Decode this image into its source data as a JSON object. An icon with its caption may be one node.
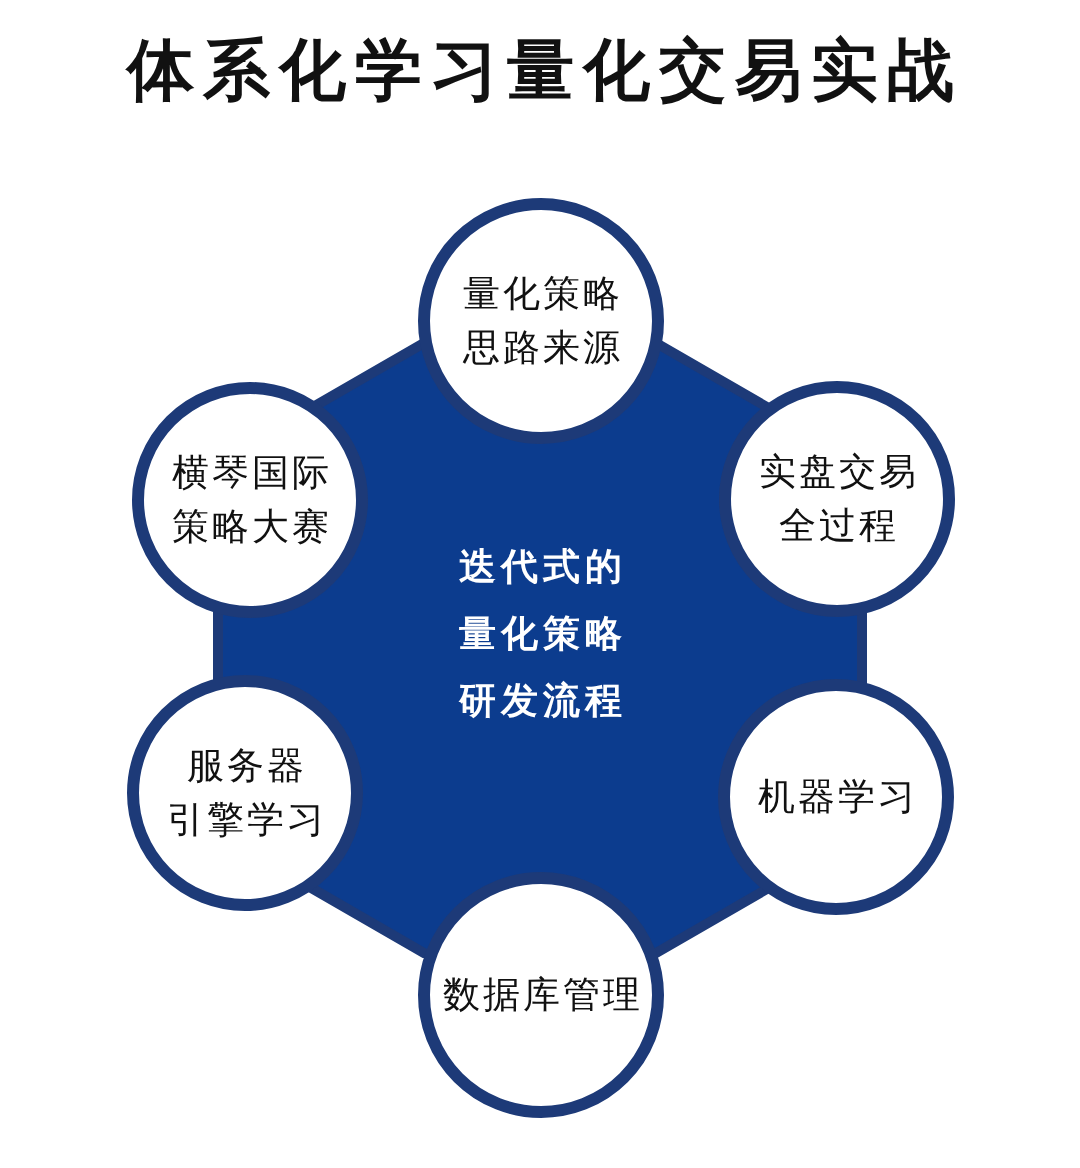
{
  "diagram": {
    "title": "体系化学习量化交易实战",
    "nodes": [
      {
        "text": [
          "迭代式的量化策略研发流程"
        ]
      },
      {
        "text": [
          "量化策略思路来源"
        ]
      },
      {
        "text": [
          "横琴国际策略大赛"
        ]
      },
      {
        "text": [
          "实盘交易全过程"
        ]
      },
      {
        "text": [
          "服务器引擎学习"
        ]
      },
      {
        "text": [
          "机器学习"
        ]
      },
      {
        "text": [
          "数据库管理"
        ]
      }
    ]
  }
}
